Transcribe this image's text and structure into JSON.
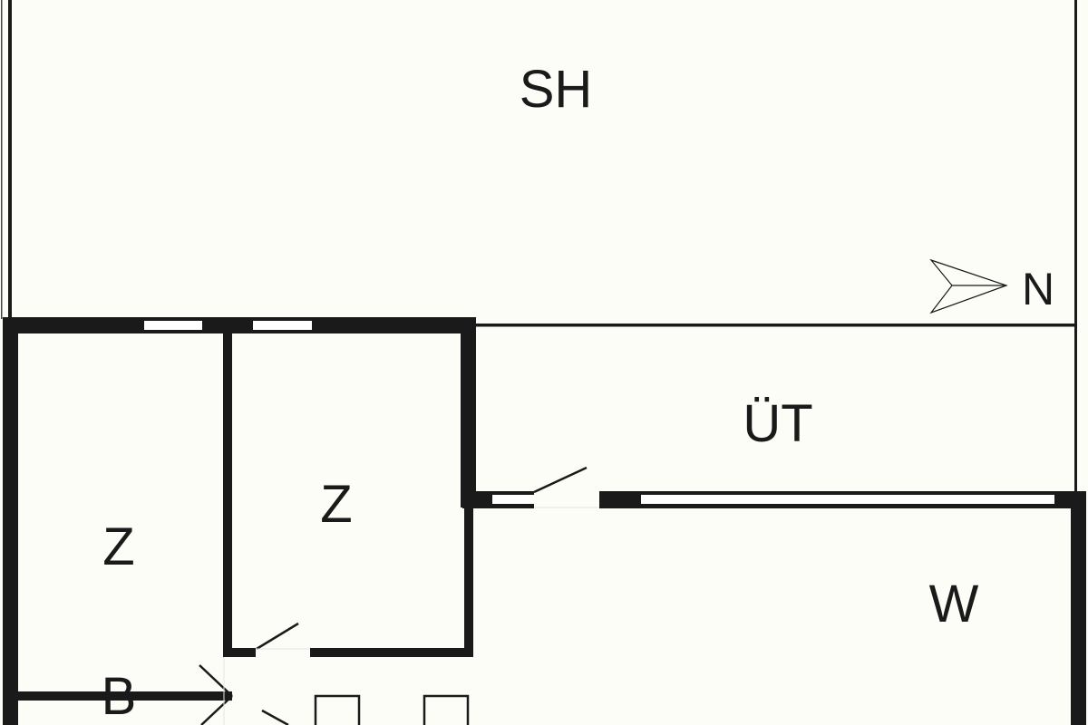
{
  "plan": {
    "rooms": [
      {
        "id": "sh",
        "label": "SH"
      },
      {
        "id": "ut",
        "label": "ÜT"
      },
      {
        "id": "z2",
        "label": "Z"
      },
      {
        "id": "z1",
        "label": "Z"
      },
      {
        "id": "w",
        "label": "W"
      },
      {
        "id": "b",
        "label": "B"
      }
    ],
    "north_label": "N",
    "colors": {
      "wall": "#1a1a1a",
      "background": "#fdfdf8"
    }
  }
}
